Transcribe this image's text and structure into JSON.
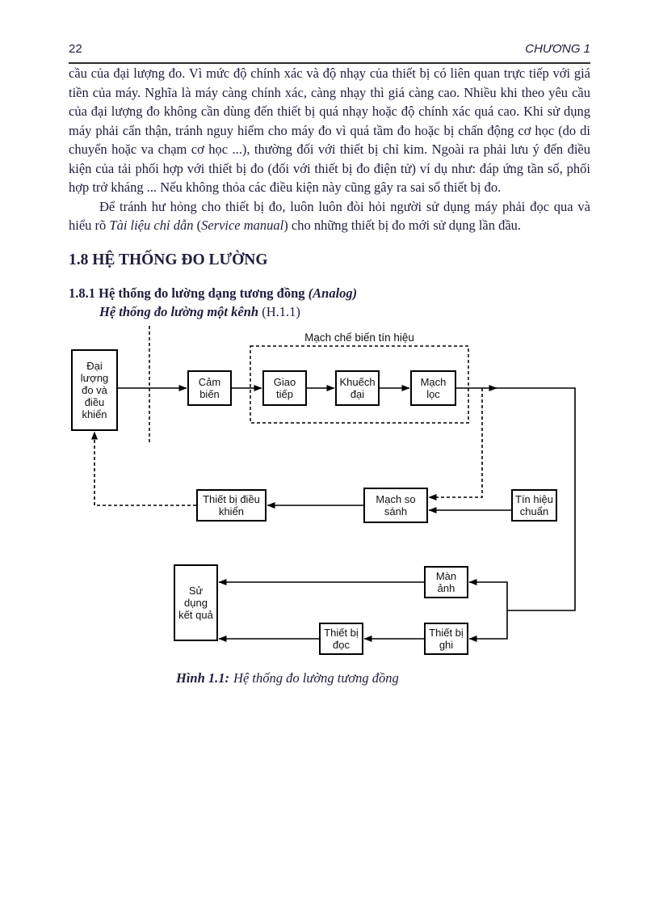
{
  "header": {
    "page_number": "22",
    "chapter": "CHƯƠNG 1"
  },
  "body": {
    "p1": "cầu của đại lượng đo. Vì mức độ chính xác và độ nhạy của thiết bị có liên quan trực tiếp với giá tiền của máy. Nghĩa là máy càng chính xác, càng nhạy thì giá càng cao. Nhiều khi theo yêu cầu của đại lượng đo không cần dùng đến thiết bị quá nhạy hoặc độ chính xác quá cao. Khi sử dụng máy phải cẩn thận, tránh nguy hiểm cho máy đo vì quá tầm đo hoặc bị chấn động cơ học (do di chuyển hoặc va chạm cơ học ...), thường đối với thiết bị chỉ kim. Ngoài ra phải lưu ý đến điều kiện của tải phối hợp với thiết bị đo (đối với thiết bị đo điện tử) ví dụ như: đáp ứng tần số, phối hợp trở kháng ... Nếu không thỏa các điều kiện này cũng gây ra sai số thiết bị đo.",
    "p2_before": "Để tránh hư hỏng cho thiết bị đo, luôn luôn đòi hỏi người sử dụng máy phải đọc qua và hiểu rõ ",
    "p2_italic1": "Tài liệu chỉ dẫn",
    "p2_mid": " (",
    "p2_italic2": "Service manual",
    "p2_after": ") cho những thiết bị đo mới sử dụng lần đầu."
  },
  "headings": {
    "section": "1.8 HỆ THỐNG ĐO LƯỜNG",
    "subsection_main": "1.8.1 Hệ thống đo lường dạng tương đồng ",
    "subsection_paren": "(Analog)",
    "channel_bold": "Hệ thống đo lường một kênh ",
    "channel_ref": "(H.1.1)"
  },
  "diagram": {
    "group_label": "Mạch chế biến tín hiệu",
    "boxes": {
      "quantity": "Đại lượng đo và điều khiển",
      "sensor": "Cảm biến",
      "interface": "Giao tiếp",
      "amplifier": "Khuếch đại",
      "filter": "Mạch lọc",
      "controller": "Thiết bị điều khiển",
      "comparator": "Mạch so sánh",
      "reference": "Tín hiệu chuẩn",
      "use_result": "Sử dụng kết quả",
      "display": "Màn ảnh",
      "reader": "Thiết bị đọc",
      "recorder": "Thiết bị ghi"
    }
  },
  "caption": {
    "label": "Hình 1.1:",
    "text": "Hệ thống đo lường tương đồng"
  }
}
